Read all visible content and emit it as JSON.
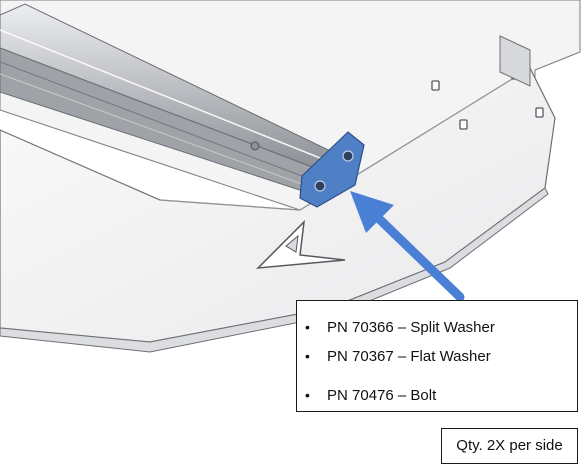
{
  "parts": [
    {
      "bullet": "•",
      "text": "PN 70366 – Split Washer"
    },
    {
      "bullet": "•",
      "text": "PN 70367 – Flat Washer"
    },
    {
      "bullet": "•",
      "text": "PN 70476 – Bolt"
    }
  ],
  "quantity_note": "Qty. 2X per side",
  "colors": {
    "arrow": "#4a7fd6",
    "highlighted_plate": "#4f7fc4",
    "sheet_metal": "#f3f3f4",
    "rail": "#c4c6ca",
    "outline": "#6e7075"
  },
  "icons": {
    "arrow": "callout-arrow-icon",
    "logo": "triangle-logo-icon"
  }
}
